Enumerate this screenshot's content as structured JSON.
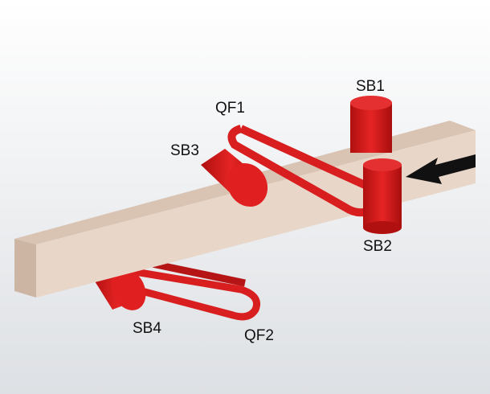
{
  "labels": {
    "sb1": "SB1",
    "sb2": "SB2",
    "sb3": "SB3",
    "sb4": "SB4",
    "qf1": "QF1",
    "qf2": "QF2"
  },
  "colors": {
    "part": "#d81e1e",
    "beam": "#e6d3c6",
    "arrow": "#111111"
  }
}
